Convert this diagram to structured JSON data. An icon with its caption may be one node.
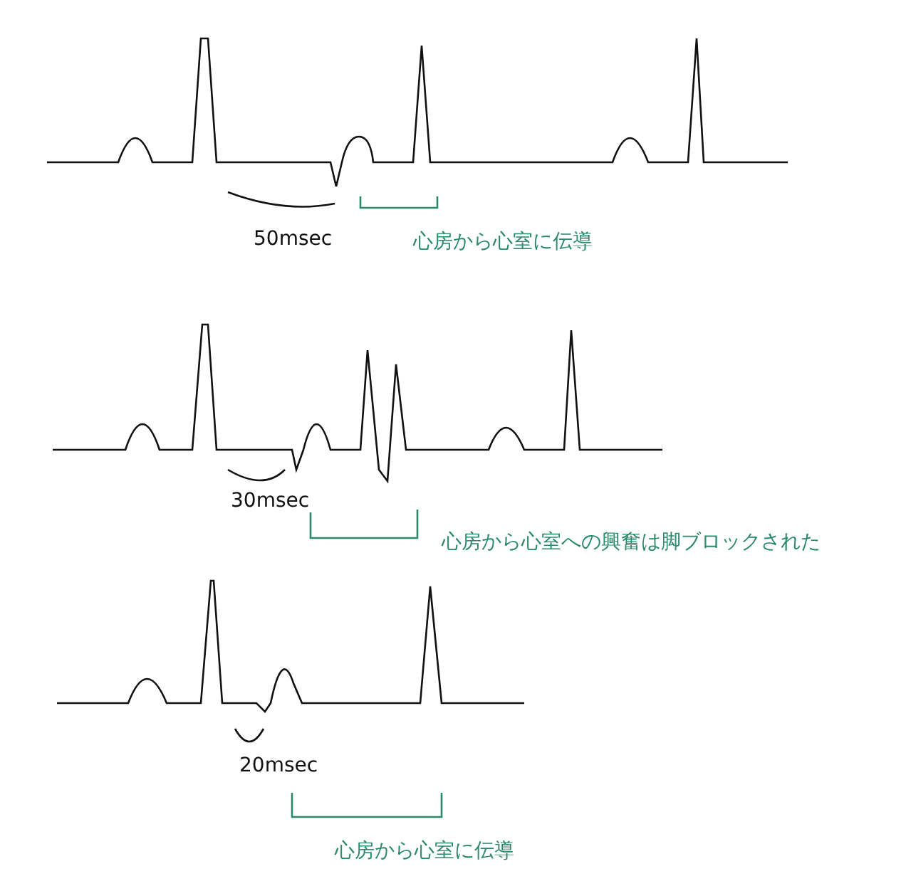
{
  "diagram": {
    "labels": [
      "50msec",
      "心房から心室に伝導",
      "30msec",
      "心房から心室への興奮は脚ブロックされた",
      "20msec",
      "心房から心室に伝導"
    ]
  }
}
